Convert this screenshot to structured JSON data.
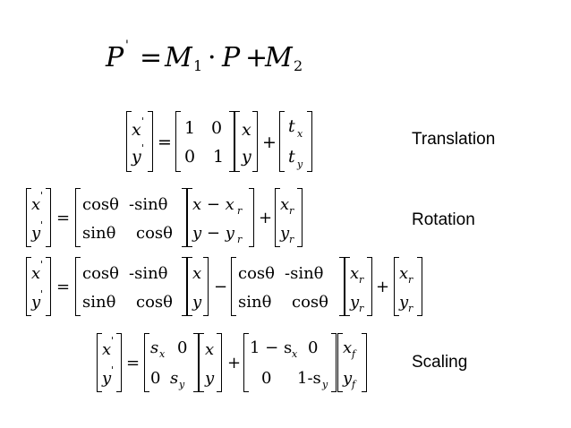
{
  "formula": {
    "p_prime": "P",
    "prime": "'",
    "eq": "=",
    "M1": "M",
    "sub1": "1",
    "dot": "·",
    "P": "P",
    "plus": "+",
    "M2": "M",
    "sub2": "2"
  },
  "labels": {
    "translation": "Translation",
    "rotation": "Rotation",
    "scaling": "Scaling"
  },
  "sym": {
    "x": "x",
    "y": "y",
    "prime": "'",
    "eq": "=",
    "plus": "+",
    "minus": "−",
    "one": "1",
    "zero": "0",
    "t": "t",
    "s": "s",
    "cos": "cosθ",
    "nsin": "-sinθ",
    "sin": "sinθ",
    "xmxr": "x − x",
    "ymyr": "y − y",
    "sub_x": "x",
    "sub_y": "y",
    "sub_r": "r",
    "sub_f": "f",
    "one_minus_s": "1 − s",
    "one_minus_sy": "1-s"
  }
}
